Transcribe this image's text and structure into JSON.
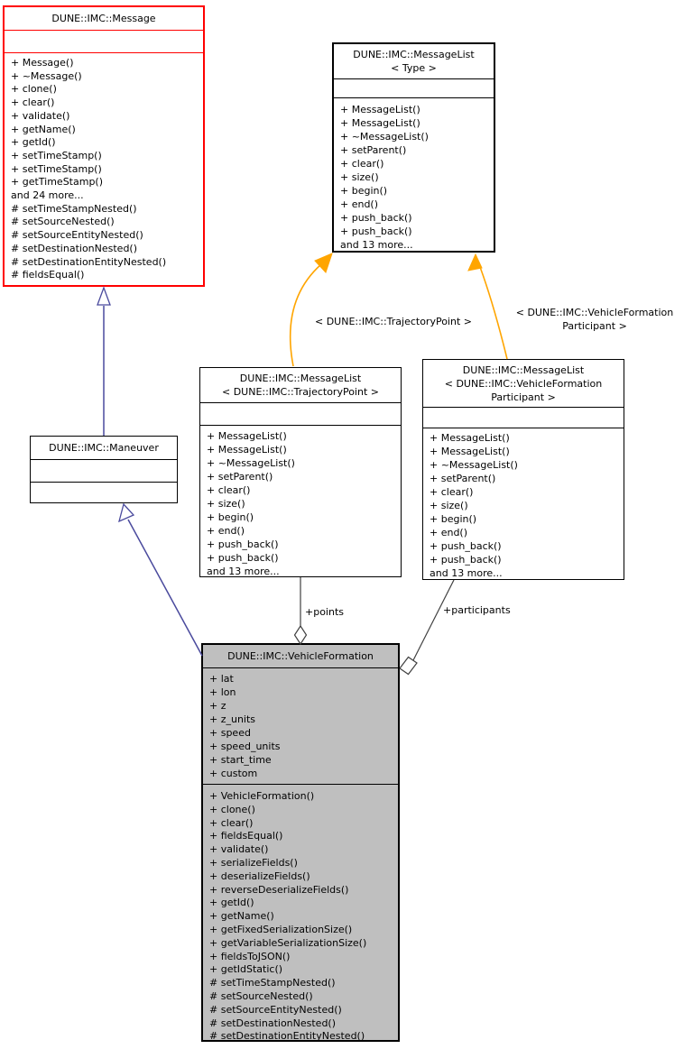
{
  "diagram": {
    "title": "DUNE::IMC::VehicleFormation collaboration diagram",
    "classes": {
      "message": {
        "title": "DUNE::IMC::Message",
        "methods": [
          "+ Message()",
          "+ ~Message()",
          "+ clone()",
          "+ clear()",
          "+ validate()",
          "+ getName()",
          "+ getId()",
          "+ setTimeStamp()",
          "+ setTimeStamp()",
          "+ getTimeStamp()",
          "and 24 more...",
          "# setTimeStampNested()",
          "# setSourceNested()",
          "# setSourceEntityNested()",
          "# setDestinationNested()",
          "# setDestinationEntityNested()",
          "# fieldsEqual()"
        ]
      },
      "messagelist_type": {
        "title_lines": [
          "DUNE::IMC::MessageList",
          "< Type >"
        ],
        "methods": [
          "+ MessageList()",
          "+ MessageList()",
          "+ ~MessageList()",
          "+ setParent()",
          "+ clear()",
          "+ size()",
          "+ begin()",
          "+ end()",
          "+ push_back()",
          "+ push_back()",
          "and 13 more..."
        ]
      },
      "messagelist_trajectorypoint": {
        "title_lines": [
          "DUNE::IMC::MessageList",
          "< DUNE::IMC::TrajectoryPoint >"
        ],
        "methods": [
          "+ MessageList()",
          "+ MessageList()",
          "+ ~MessageList()",
          "+ setParent()",
          "+ clear()",
          "+ size()",
          "+ begin()",
          "+ end()",
          "+ push_back()",
          "+ push_back()",
          "and 13 more..."
        ]
      },
      "messagelist_vehicleformationparticipant": {
        "title_lines": [
          "DUNE::IMC::MessageList",
          "< DUNE::IMC::VehicleFormation",
          "Participant >"
        ],
        "methods": [
          "+ MessageList()",
          "+ MessageList()",
          "+ ~MessageList()",
          "+ setParent()",
          "+ clear()",
          "+ size()",
          "+ begin()",
          "+ end()",
          "+ push_back()",
          "+ push_back()",
          "and 13 more..."
        ]
      },
      "maneuver": {
        "title": "DUNE::IMC::Maneuver"
      },
      "vehicleformation": {
        "title": "DUNE::IMC::VehicleFormation",
        "attributes": [
          "+ lat",
          "+ lon",
          "+ z",
          "+ z_units",
          "+ speed",
          "+ speed_units",
          "+ start_time",
          "+ custom"
        ],
        "methods": [
          "+ VehicleFormation()",
          "+ clone()",
          "+ clear()",
          "+ fieldsEqual()",
          "+ validate()",
          "+ serializeFields()",
          "+ deserializeFields()",
          "+ reverseDeserializeFields()",
          "+ getId()",
          "+ getName()",
          "+ getFixedSerializationSize()",
          "+ getVariableSerializationSize()",
          "+ fieldsToJSON()",
          "+ getIdStatic()",
          "# setTimeStampNested()",
          "# setSourceNested()",
          "# setSourceEntityNested()",
          "# setDestinationNested()",
          "# setDestinationEntityNested()"
        ]
      }
    },
    "edges": {
      "template_trajectorypoint_label": "< DUNE::IMC::TrajectoryPoint >",
      "template_vfp_label_lines": [
        "< DUNE::IMC::VehicleFormation",
        "Participant >"
      ],
      "points_label": "+points",
      "participants_label": "+participants"
    },
    "colors": {
      "message_border": "#ff0000",
      "box_border": "#000000",
      "highlight_fill": "#bfbfbf",
      "box_fill": "#ffffff",
      "inheritance_edge": "#4a4a9d",
      "template_edge": "#ffa500",
      "aggregation_edge": "#404040",
      "text": "#000000"
    }
  }
}
